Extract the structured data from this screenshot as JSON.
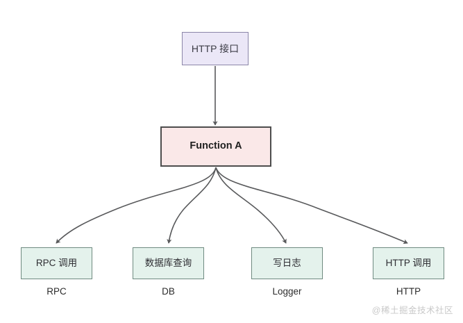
{
  "diagram": {
    "background": "#ffffff",
    "nodes": {
      "http_api": {
        "label": "HTTP 接口",
        "fill": "#ebe7f7",
        "stroke": "#8b85a8"
      },
      "function_a": {
        "label": "Function A",
        "fill": "#fae8e8",
        "stroke": "#4d4d4d"
      },
      "leaves": [
        {
          "label": "RPC 调用",
          "caption": "RPC",
          "fill": "#e4f2ec",
          "stroke": "#6f8a80"
        },
        {
          "label": "数据库查询",
          "caption": "DB",
          "fill": "#e4f2ec",
          "stroke": "#6f8a80"
        },
        {
          "label": "写日志",
          "caption": "Logger",
          "fill": "#e4f2ec",
          "stroke": "#6f8a80"
        },
        {
          "label": "HTTP 调用",
          "caption": "HTTP",
          "fill": "#e4f2ec",
          "stroke": "#6f8a80"
        }
      ]
    },
    "edges": {
      "color": "#58595b",
      "from_http_api_to_function": "straight",
      "from_function_to_leaves": "curved-fanout"
    },
    "watermark": "@稀土掘金技术社区"
  }
}
